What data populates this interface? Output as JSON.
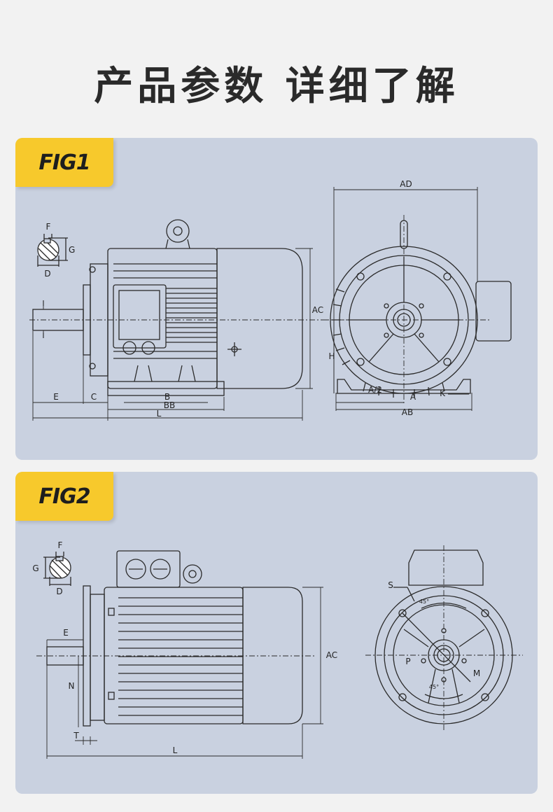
{
  "page_title": "产品参数 详细了解",
  "fig1": {
    "tab_label": "FIG1",
    "labels": {
      "F": "F",
      "G": "G",
      "D": "D",
      "I": "I",
      "E": "E",
      "C": "C",
      "B": "B",
      "BB": "BB",
      "L": "L",
      "AC": "AC",
      "AD": "AD",
      "H": "H",
      "A_half": "A/2",
      "A": "A",
      "K": "K",
      "AB": "AB"
    }
  },
  "fig2": {
    "tab_label": "FIG2",
    "labels": {
      "F": "F",
      "G": "G",
      "D": "D",
      "E": "E",
      "N": "N",
      "T": "T",
      "L": "L",
      "AC": "AC",
      "S": "S",
      "P": "P",
      "M": "M",
      "deg_top": "45°",
      "deg_bottom": "45°"
    }
  },
  "colors": {
    "panel": "#c9d1e0",
    "tab": "#f7c92c",
    "line": "#2b2b2b",
    "background": "#f2f2f2"
  }
}
